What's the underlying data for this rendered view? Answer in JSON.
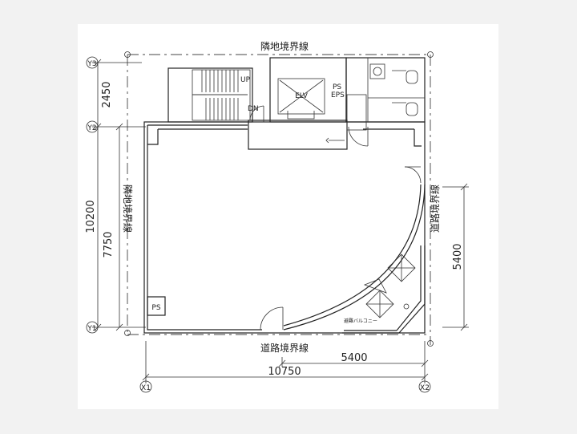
{
  "boundary_labels": {
    "top": "隣地境界線",
    "left": "隣地境界線",
    "right": "道路境界線",
    "bottom": "道路境界線"
  },
  "grid_labels": {
    "y3": "Y3",
    "y2": "Y2",
    "y1": "Y1",
    "x1": "X1",
    "x2": "X2"
  },
  "dimensions": {
    "y3_y2": "2450",
    "y2_y1": "10200",
    "left_inner": "7750",
    "right_vertical": "5400",
    "bottom_partial": "5400",
    "bottom_total": "10750"
  },
  "room_labels": {
    "stair_up": "UP",
    "stair_down": "DN",
    "elevator": "ELV",
    "ps_top": "PS",
    "eps": "EPS",
    "ps_bottom": "PS",
    "balcony": "避難バルコニー"
  }
}
